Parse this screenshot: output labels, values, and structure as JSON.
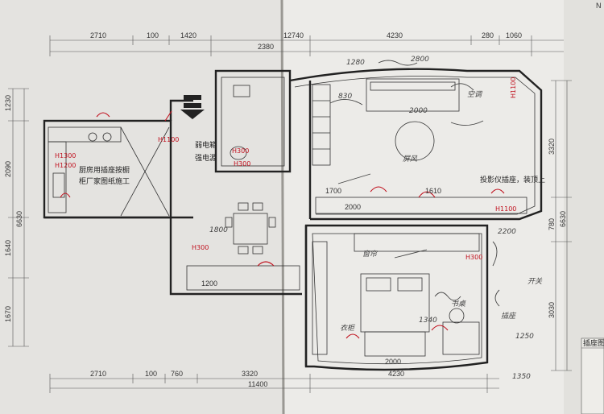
{
  "corner": {
    "text": "N"
  },
  "dims_top_row1": [
    "2710",
    "100",
    "1420",
    "12740",
    "4230",
    "280",
    "1060"
  ],
  "dims_top_row2": [
    "2380"
  ],
  "dims_left": [
    "1230",
    "2090",
    "6630",
    "1640",
    "1670"
  ],
  "dims_right": [
    "3320",
    "780",
    "6630",
    "3030"
  ],
  "dims_bottom_row1": [
    "2710",
    "100",
    "760",
    "3320",
    "4230"
  ],
  "dims_bottom_row2": [
    "11400"
  ],
  "dims_inner": [
    "1700",
    "1610",
    "2000",
    "1200",
    "2000"
  ],
  "labels": {
    "weak_box": "弱电箱",
    "strong_box": "强电源",
    "kitchen_note_1": "厨房用插座按橱",
    "kitchen_note_2": "柜厂家图纸施工",
    "projector_note": "投影仪插座，装顶上"
  },
  "outlet_codes": [
    "H1300",
    "H1200",
    "H300",
    "H1100",
    "H300",
    "H300",
    "H300",
    "H1100",
    "H1100"
  ],
  "handwriting": [
    "2800",
    "1280",
    "830",
    "2000",
    "1340",
    "2200",
    "1250",
    "开关",
    "空调",
    "屏风",
    "衣柜",
    "书桌",
    "窗帘",
    "插座",
    "1800",
    "1350"
  ],
  "legend": {
    "text": "插座图例"
  }
}
